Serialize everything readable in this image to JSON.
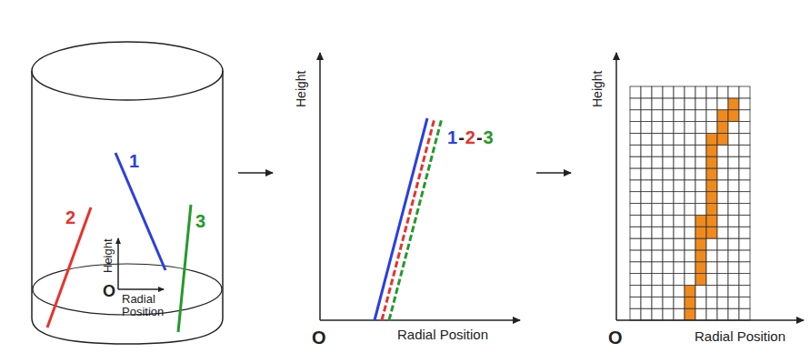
{
  "diagram": {
    "labels": [
      "1",
      "2",
      "3",
      "Height",
      "O",
      "Radial Position",
      "Height",
      "1",
      "-",
      "2",
      "-",
      "3",
      "O",
      "Radial Position",
      "Height",
      "O",
      "Radial Position"
    ]
  }
}
